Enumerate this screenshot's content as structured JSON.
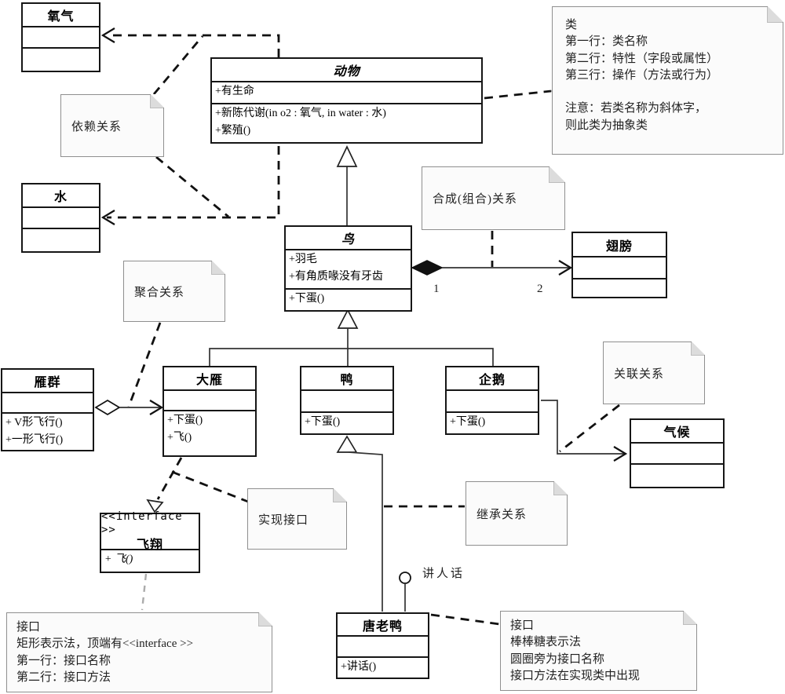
{
  "classes": {
    "oxygen": {
      "name": "氧气"
    },
    "water": {
      "name": "水"
    },
    "animal": {
      "name": "动物",
      "attrs": [
        "+有生命"
      ],
      "methods": [
        "+新陈代谢(in o2 : 氧气, in water : 水)",
        "+繁殖()"
      ]
    },
    "bird": {
      "name": "鸟",
      "attrs": [
        "+羽毛",
        "+有角质喙没有牙齿"
      ],
      "methods": [
        "+下蛋()"
      ]
    },
    "wing": {
      "name": "翅膀"
    },
    "flock": {
      "name": "雁群",
      "methods": [
        "+ V形飞行()",
        "+一形飞行()"
      ]
    },
    "goose": {
      "name": "大雁",
      "methods": [
        "+下蛋()",
        "+飞()"
      ]
    },
    "duck": {
      "name": "鸭",
      "methods": [
        "+下蛋()"
      ]
    },
    "penguin": {
      "name": "企鹅",
      "methods": [
        "+下蛋()"
      ]
    },
    "climate": {
      "name": "气候"
    },
    "donald": {
      "name": "唐老鸭",
      "methods": [
        "+讲话()"
      ]
    }
  },
  "interface_box": {
    "stereotype": "<<interface >>",
    "name": "飞翔",
    "methods": [
      "+ 飞()"
    ]
  },
  "lollipop": {
    "label": "讲人话"
  },
  "edge_labels": {
    "bird_multiplicity": "1",
    "wing_multiplicity": "2"
  },
  "notes": {
    "class_anatomy": {
      "lines": [
        "类",
        "第一行：类名称",
        "第二行：特性（字段或属性）",
        "第三行：操作（方法或行为）",
        "",
        "注意：若类名称为斜体字，",
        "则此类为抽象类"
      ]
    },
    "dependency": {
      "label": "依赖关系"
    },
    "composition": {
      "label": "合成(组合)关系"
    },
    "aggregation": {
      "label": "聚合关系"
    },
    "association": {
      "label": "关联关系"
    },
    "inheritance": {
      "label": "继承关系"
    },
    "realization": {
      "label": "实现接口"
    },
    "interface_rect": {
      "lines": [
        "接口",
        "矩形表示法，顶端有<<interface >>",
        "第一行：接口名称",
        "第二行：接口方法"
      ]
    },
    "interface_lollipop": {
      "lines": [
        "接口",
        "棒棒糖表示法",
        "圆圈旁为接口名称",
        "接口方法在实现类中出现"
      ]
    }
  },
  "colors": {
    "line": "#1a1a1a",
    "note_border": "#8f8f8f",
    "note_bg": "#fbfbfb",
    "anchor_gray": "#ababab"
  }
}
